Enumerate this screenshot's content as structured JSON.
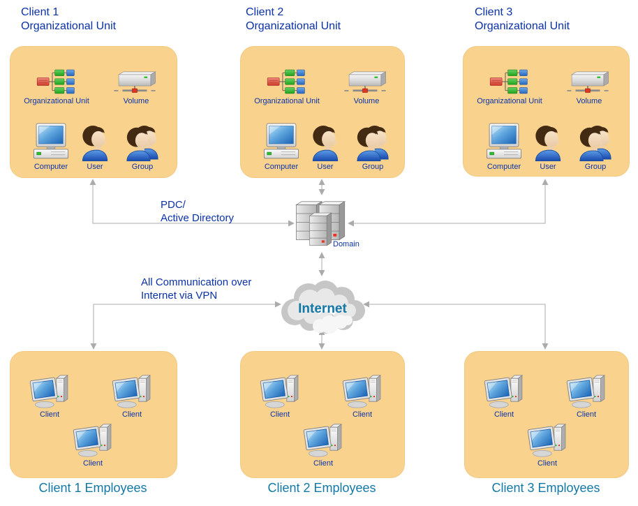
{
  "diagram": {
    "colors": {
      "box_fill": "#F9D38E",
      "navy_text": "#0A31A8",
      "teal_text": "#1478A6",
      "arrow": "#ABABAB"
    },
    "org_units": [
      {
        "title": "Client 1\nOrganizational Unit",
        "org_unit_label": "Organizational Unit",
        "volume_label": "Volume",
        "computer_label": "Computer",
        "user_label": "User",
        "group_label": "Group"
      },
      {
        "title": "Client 2\nOrganizational Unit",
        "org_unit_label": "Organizational Unit",
        "volume_label": "Volume",
        "computer_label": "Computer",
        "user_label": "User",
        "group_label": "Group"
      },
      {
        "title": "Client 3\nOrganizational Unit",
        "org_unit_label": "Organizational Unit",
        "volume_label": "Volume",
        "computer_label": "Computer",
        "user_label": "User",
        "group_label": "Group"
      }
    ],
    "pdc_label": "PDC/\nActive Directory",
    "vpn_label": "All Communication over\nInternet via VPN",
    "domain_label": "Domain",
    "internet_label": "Internet",
    "employee_groups": [
      {
        "caption": "Client 1 Employees",
        "client_labels": [
          "Client",
          "Client",
          "Client"
        ]
      },
      {
        "caption": "Client 2 Employees",
        "client_labels": [
          "Client",
          "Client",
          "Client"
        ]
      },
      {
        "caption": "Client 3 Employees",
        "client_labels": [
          "Client",
          "Client",
          "Client"
        ]
      }
    ]
  }
}
